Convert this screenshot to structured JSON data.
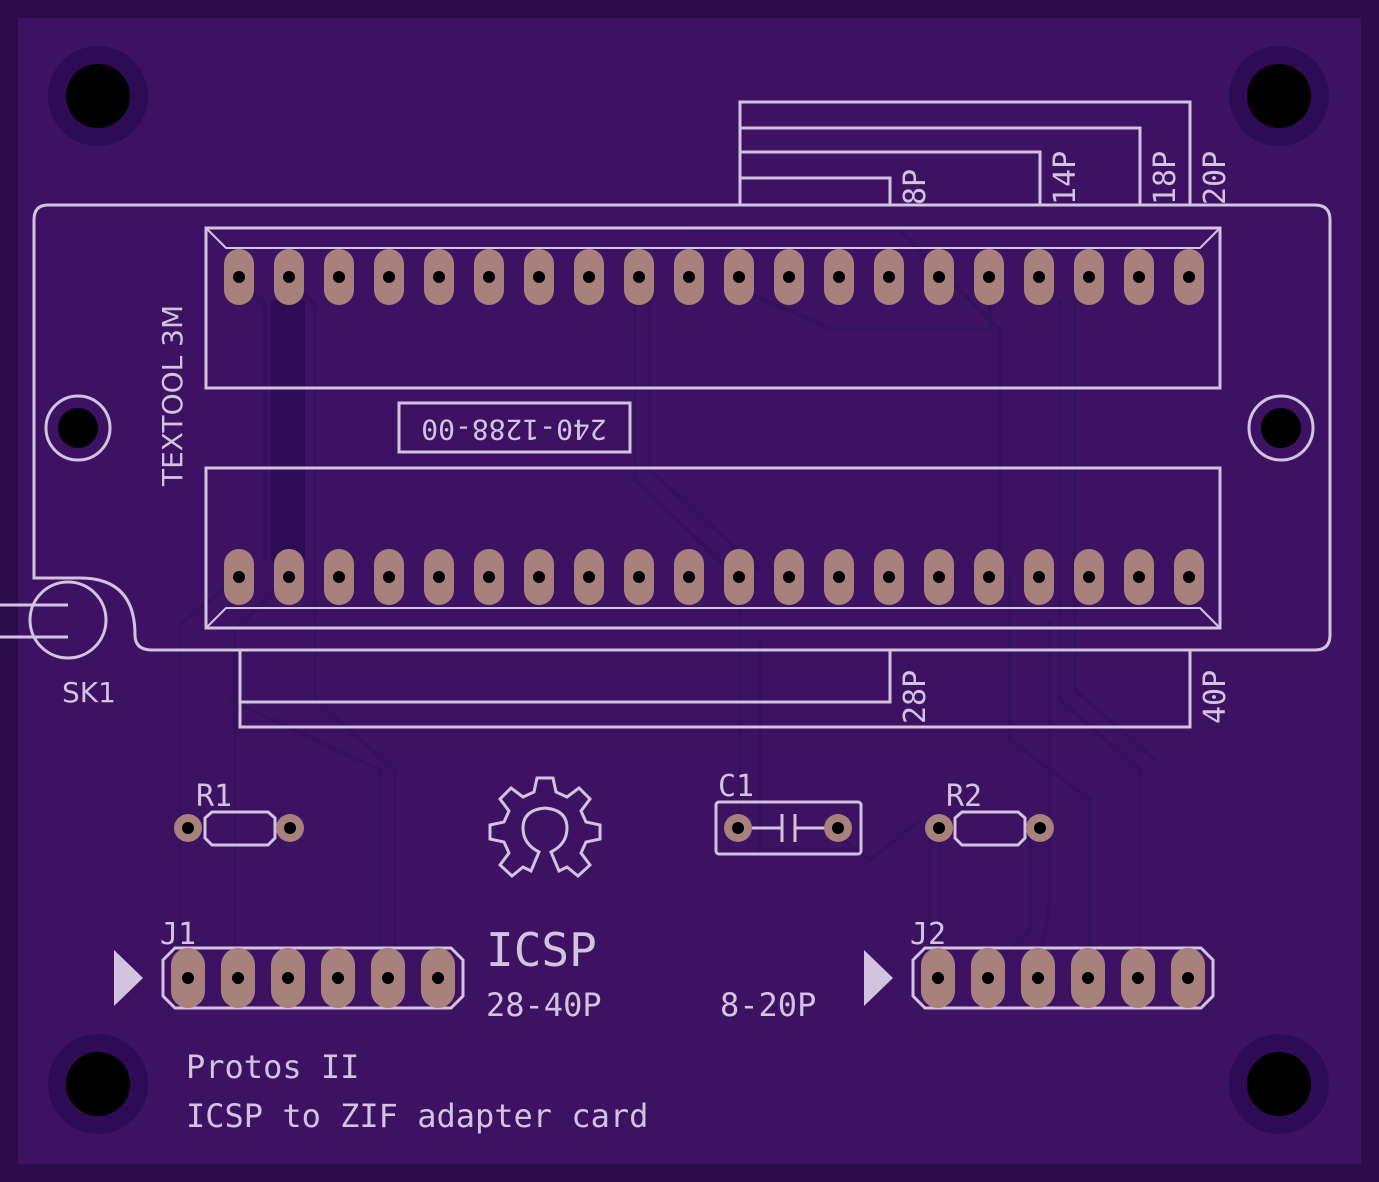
{
  "colors": {
    "board_edge": "#2a0d4a",
    "board": "#3d1262",
    "copper_pad": "#a8807c",
    "silkscreen": "#d2c3df",
    "drill": "#000000"
  },
  "labels": {
    "socket_brand": "TEXTOOL 3M",
    "socket_part": "240-1288-00",
    "sk1": "SK1",
    "r1": "R1",
    "r2": "R2",
    "c1": "C1",
    "j1": "J1",
    "j2": "J2",
    "icsp": "ICSP",
    "range_j1": "28-40P",
    "range_j2": "8-20P",
    "p8": "8P",
    "p14": "14P",
    "p18": "18P",
    "p20": "20P",
    "p28": "28P",
    "p40": "40P",
    "title_line1": "Protos II",
    "title_line2": "ICSP to ZIF adapter card"
  },
  "socket": {
    "pins_per_row": 20,
    "rows": 2
  },
  "headers": {
    "j1_pins": 6,
    "j2_pins": 6
  }
}
